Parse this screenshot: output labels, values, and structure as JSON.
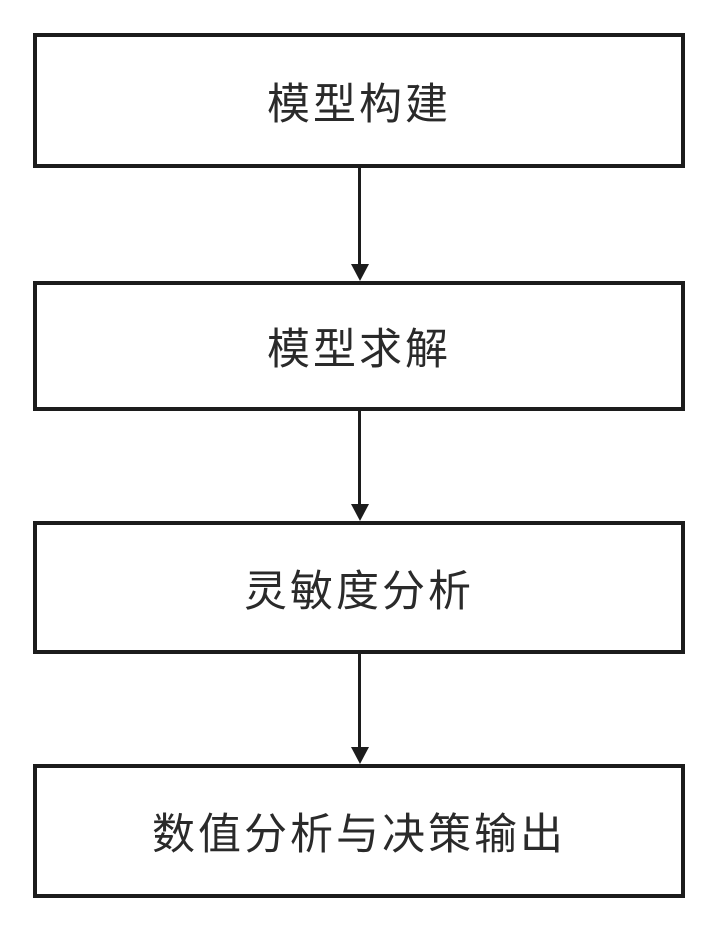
{
  "diagram": {
    "type": "flowchart",
    "direction": "top-to-bottom",
    "colors": {
      "background": "#ffffff",
      "box_border": "#1c1c1c",
      "box_fill": "#ffffff",
      "text": "#2a2a2a",
      "arrow": "#1c1c1c"
    },
    "steps": [
      {
        "id": 1,
        "label": "模型构建"
      },
      {
        "id": 2,
        "label": "模型求解"
      },
      {
        "id": 3,
        "label": "灵敏度分析"
      },
      {
        "id": 4,
        "label": "数值分析与决策输出"
      }
    ],
    "connectors": [
      {
        "from": 1,
        "to": 2,
        "style": "arrow-down"
      },
      {
        "from": 2,
        "to": 3,
        "style": "arrow-down"
      },
      {
        "from": 3,
        "to": 4,
        "style": "arrow-down"
      }
    ]
  }
}
